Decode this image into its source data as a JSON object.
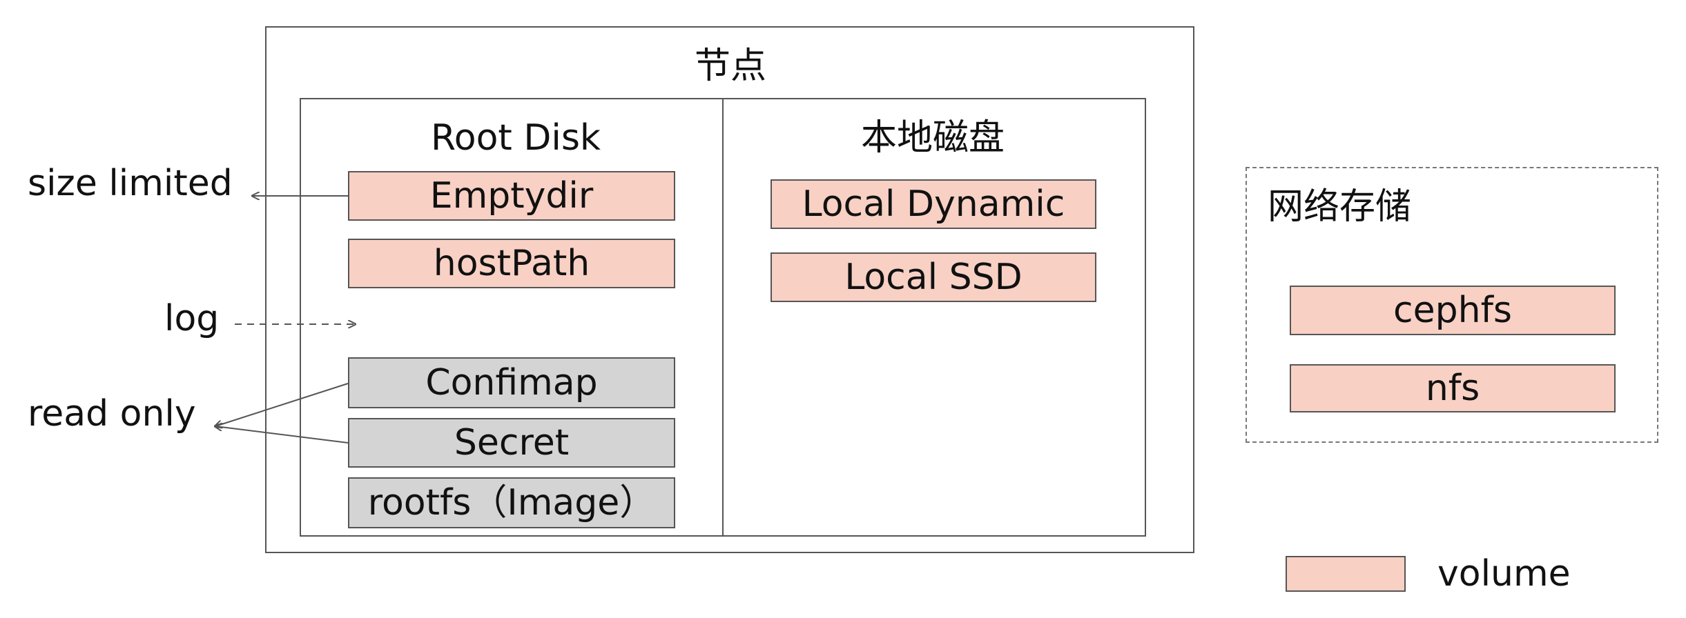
{
  "node": {
    "title": "节点"
  },
  "root_disk": {
    "title": "Root Disk",
    "volumes": [
      "Emptydir",
      "hostPath"
    ],
    "read_only": [
      "Confimap",
      "Secret",
      "rootfs（Image）"
    ]
  },
  "local_disk": {
    "title": "本地磁盘",
    "volumes": [
      "Local Dynamic",
      "Local SSD"
    ]
  },
  "network_storage": {
    "title": "网络存储",
    "volumes": [
      "cephfs",
      "nfs"
    ]
  },
  "annotations": {
    "size_limited": "size limited",
    "log": "log",
    "read_only": "read only"
  },
  "legend": {
    "volume_label": "volume"
  },
  "colors": {
    "volume": "#f8d0c4",
    "read_only_fill": "#d4d4d4",
    "border": "#555555"
  }
}
